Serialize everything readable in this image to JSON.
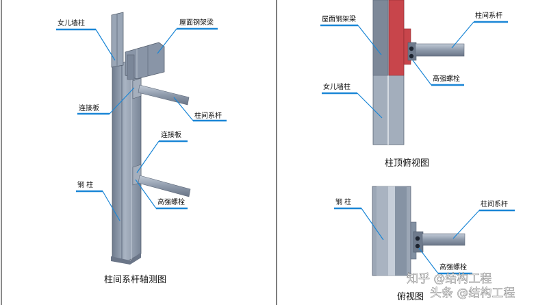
{
  "left_view": {
    "labels": {
      "parapet_column": "女儿墙柱",
      "roof_beam": "屋面钢架梁",
      "plate_upper": "连接板",
      "tie_rod": "柱间系杆",
      "plate_lower": "连接板",
      "steel_column": "钢 柱",
      "bolt": "高强螺栓"
    },
    "caption": "柱间系杆轴测图"
  },
  "top_right_view": {
    "labels": {
      "roof_beam": "屋面钢架梁",
      "tie_rod": "柱间系杆",
      "bolt": "高强螺栓",
      "parapet_column": "女儿墙柱"
    },
    "caption": "柱顶俯视图"
  },
  "bottom_right_view": {
    "labels": {
      "steel_column": "钢 柱",
      "tie_rod": "柱间系杆",
      "bolt": "高强螺栓"
    },
    "caption": "俯视图"
  },
  "watermark": "知乎 @结构工程",
  "watermark2": "头条 @结构工程",
  "colors": {
    "steel": "#8e9aab",
    "beam_red": "#c8454b",
    "leader": "#1a86d6",
    "divider": "#7f7f7f"
  }
}
